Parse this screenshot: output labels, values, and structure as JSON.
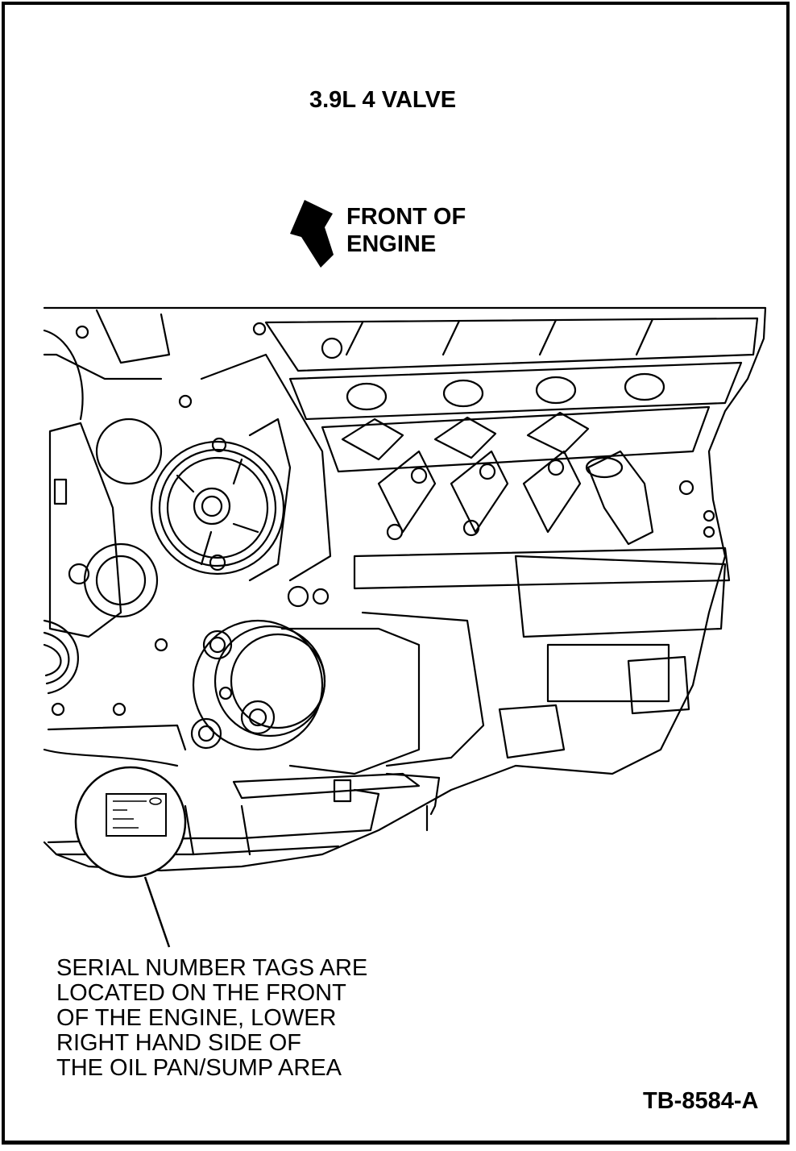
{
  "diagram": {
    "title": "3.9L 4 VALVE",
    "front_label": [
      "FRONT OF",
      "ENGINE"
    ],
    "caption_lines": [
      "SERIAL NUMBER TAGS ARE",
      "LOCATED ON THE FRONT",
      "OF THE ENGINE, LOWER",
      "RIGHT HAND SIDE OF",
      "THE OIL PAN/SUMP AREA"
    ],
    "reference": "TB-8584-A"
  }
}
